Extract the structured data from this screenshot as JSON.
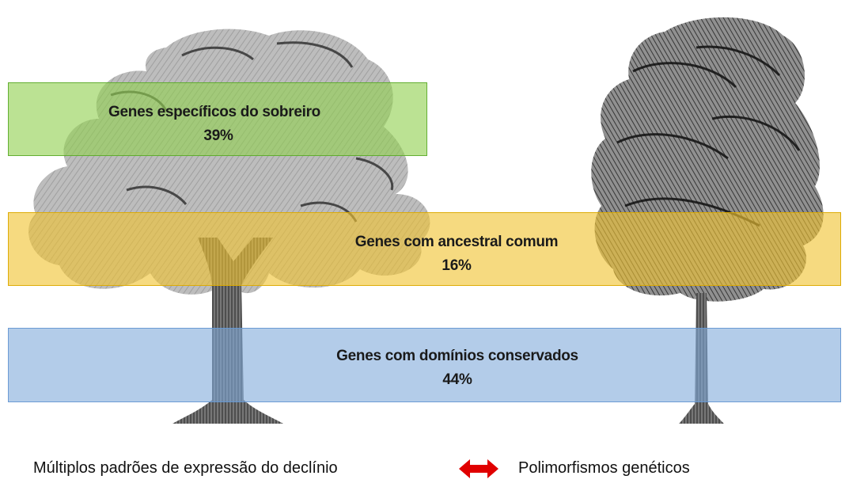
{
  "bands": [
    {
      "title": "Genes específicos do sobreiro",
      "percent": "39%",
      "color": "#92d050"
    },
    {
      "title": "Genes com ancestral comum",
      "percent": "16%",
      "color": "#f0c432"
    },
    {
      "title": "Genes com domínios conservados",
      "percent": "44%",
      "color": "#80aada"
    }
  ],
  "captions": {
    "left": "Múltiplos padrões de expressão do declínio",
    "right": "Polimorfismos genéticos"
  },
  "icons": {
    "double_arrow": "double-arrow-icon",
    "arrow_color": "#e00000"
  },
  "illustrations": {
    "left_tree": "cork-oak-tree-sketch",
    "right_tree": "dark-tree-sketch"
  }
}
